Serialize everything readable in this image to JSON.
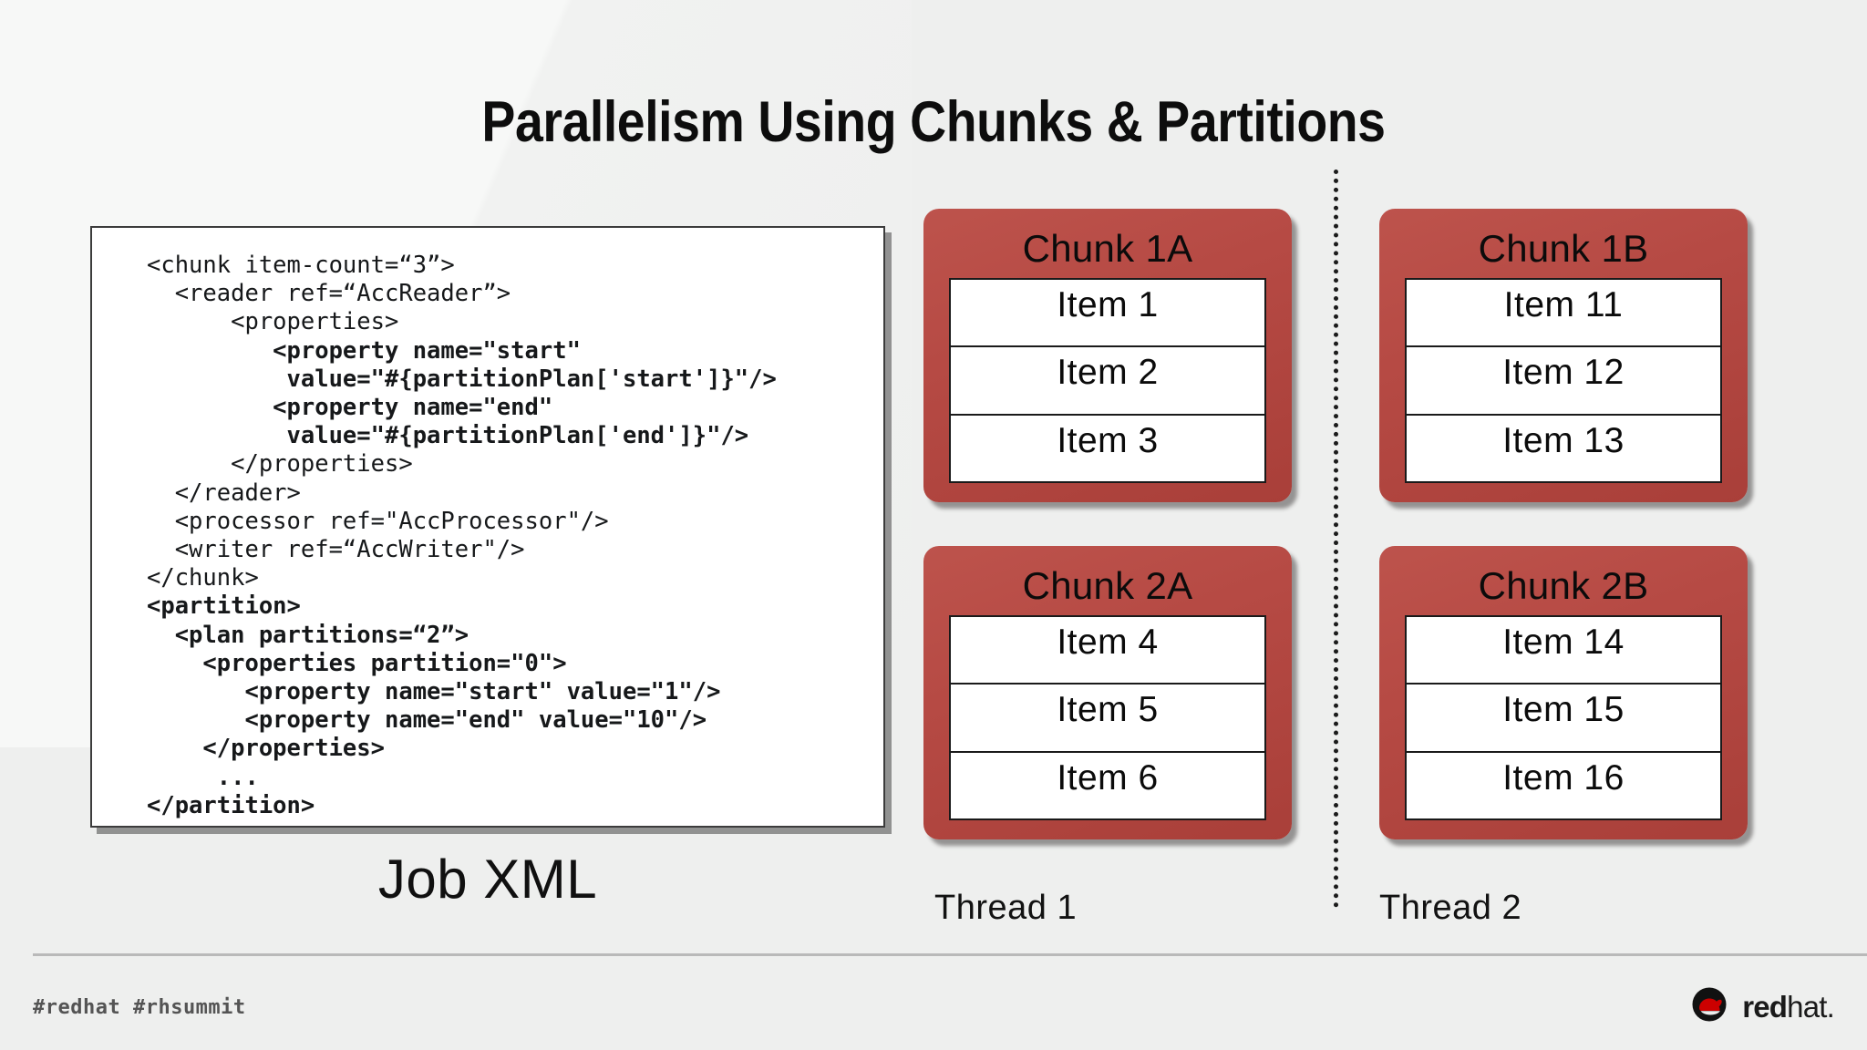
{
  "slide": {
    "title": "Parallelism Using Chunks & Partitions"
  },
  "code_panel": {
    "caption": "Job XML",
    "lines": [
      {
        "text": "<chunk item-count=“3”>",
        "bold": false
      },
      {
        "text": "  <reader ref=“AccReader”>",
        "bold": false
      },
      {
        "text": "      <properties>",
        "bold": false
      },
      {
        "text": "         <property name=\"start\"",
        "bold": true
      },
      {
        "text": "          value=\"#{partitionPlan['start']}\"/>",
        "bold": true
      },
      {
        "text": "         <property name=\"end\"",
        "bold": true
      },
      {
        "text": "          value=\"#{partitionPlan['end']}\"/>",
        "bold": true
      },
      {
        "text": "      </properties>",
        "bold": false
      },
      {
        "text": "  </reader>",
        "bold": false
      },
      {
        "text": "  <processor ref=\"AccProcessor\"/>",
        "bold": false
      },
      {
        "text": "  <writer ref=“AccWriter\"/>",
        "bold": false
      },
      {
        "text": "</chunk>",
        "bold": false
      },
      {
        "text": "<partition>",
        "bold": true
      },
      {
        "text": "  <plan partitions=“2”>",
        "bold": true
      },
      {
        "text": "    <properties partition=\"0\">",
        "bold": true
      },
      {
        "text": "       <property name=\"start\" value=\"1\"/>",
        "bold": true
      },
      {
        "text": "       <property name=\"end\" value=\"10\"/>",
        "bold": true
      },
      {
        "text": "    </properties>",
        "bold": true
      },
      {
        "text": "     ...",
        "bold": true
      },
      {
        "text": "</partition>",
        "bold": true
      }
    ]
  },
  "chunks": [
    {
      "title": "Chunk 1A",
      "items": [
        "Item 1",
        "Item 2",
        "Item 3"
      ]
    },
    {
      "title": "Chunk 1B",
      "items": [
        "Item 11",
        "Item 12",
        "Item 13"
      ]
    },
    {
      "title": "Chunk 2A",
      "items": [
        "Item 4",
        "Item 5",
        "Item 6"
      ]
    },
    {
      "title": "Chunk 2B",
      "items": [
        "Item 14",
        "Item 15",
        "Item 16"
      ]
    }
  ],
  "threads": {
    "thread_1": "Thread 1",
    "thread_2": "Thread 2"
  },
  "footer": {
    "tags": "#redhat #rhsummit",
    "brand_first": "red",
    "brand_second": "hat."
  },
  "colors": {
    "chunk_red_light": "#bd534c",
    "chunk_red_dark": "#a93f39",
    "background": "#eeefee",
    "brand_red": "#cc0000",
    "text": "#0b0b0b"
  }
}
